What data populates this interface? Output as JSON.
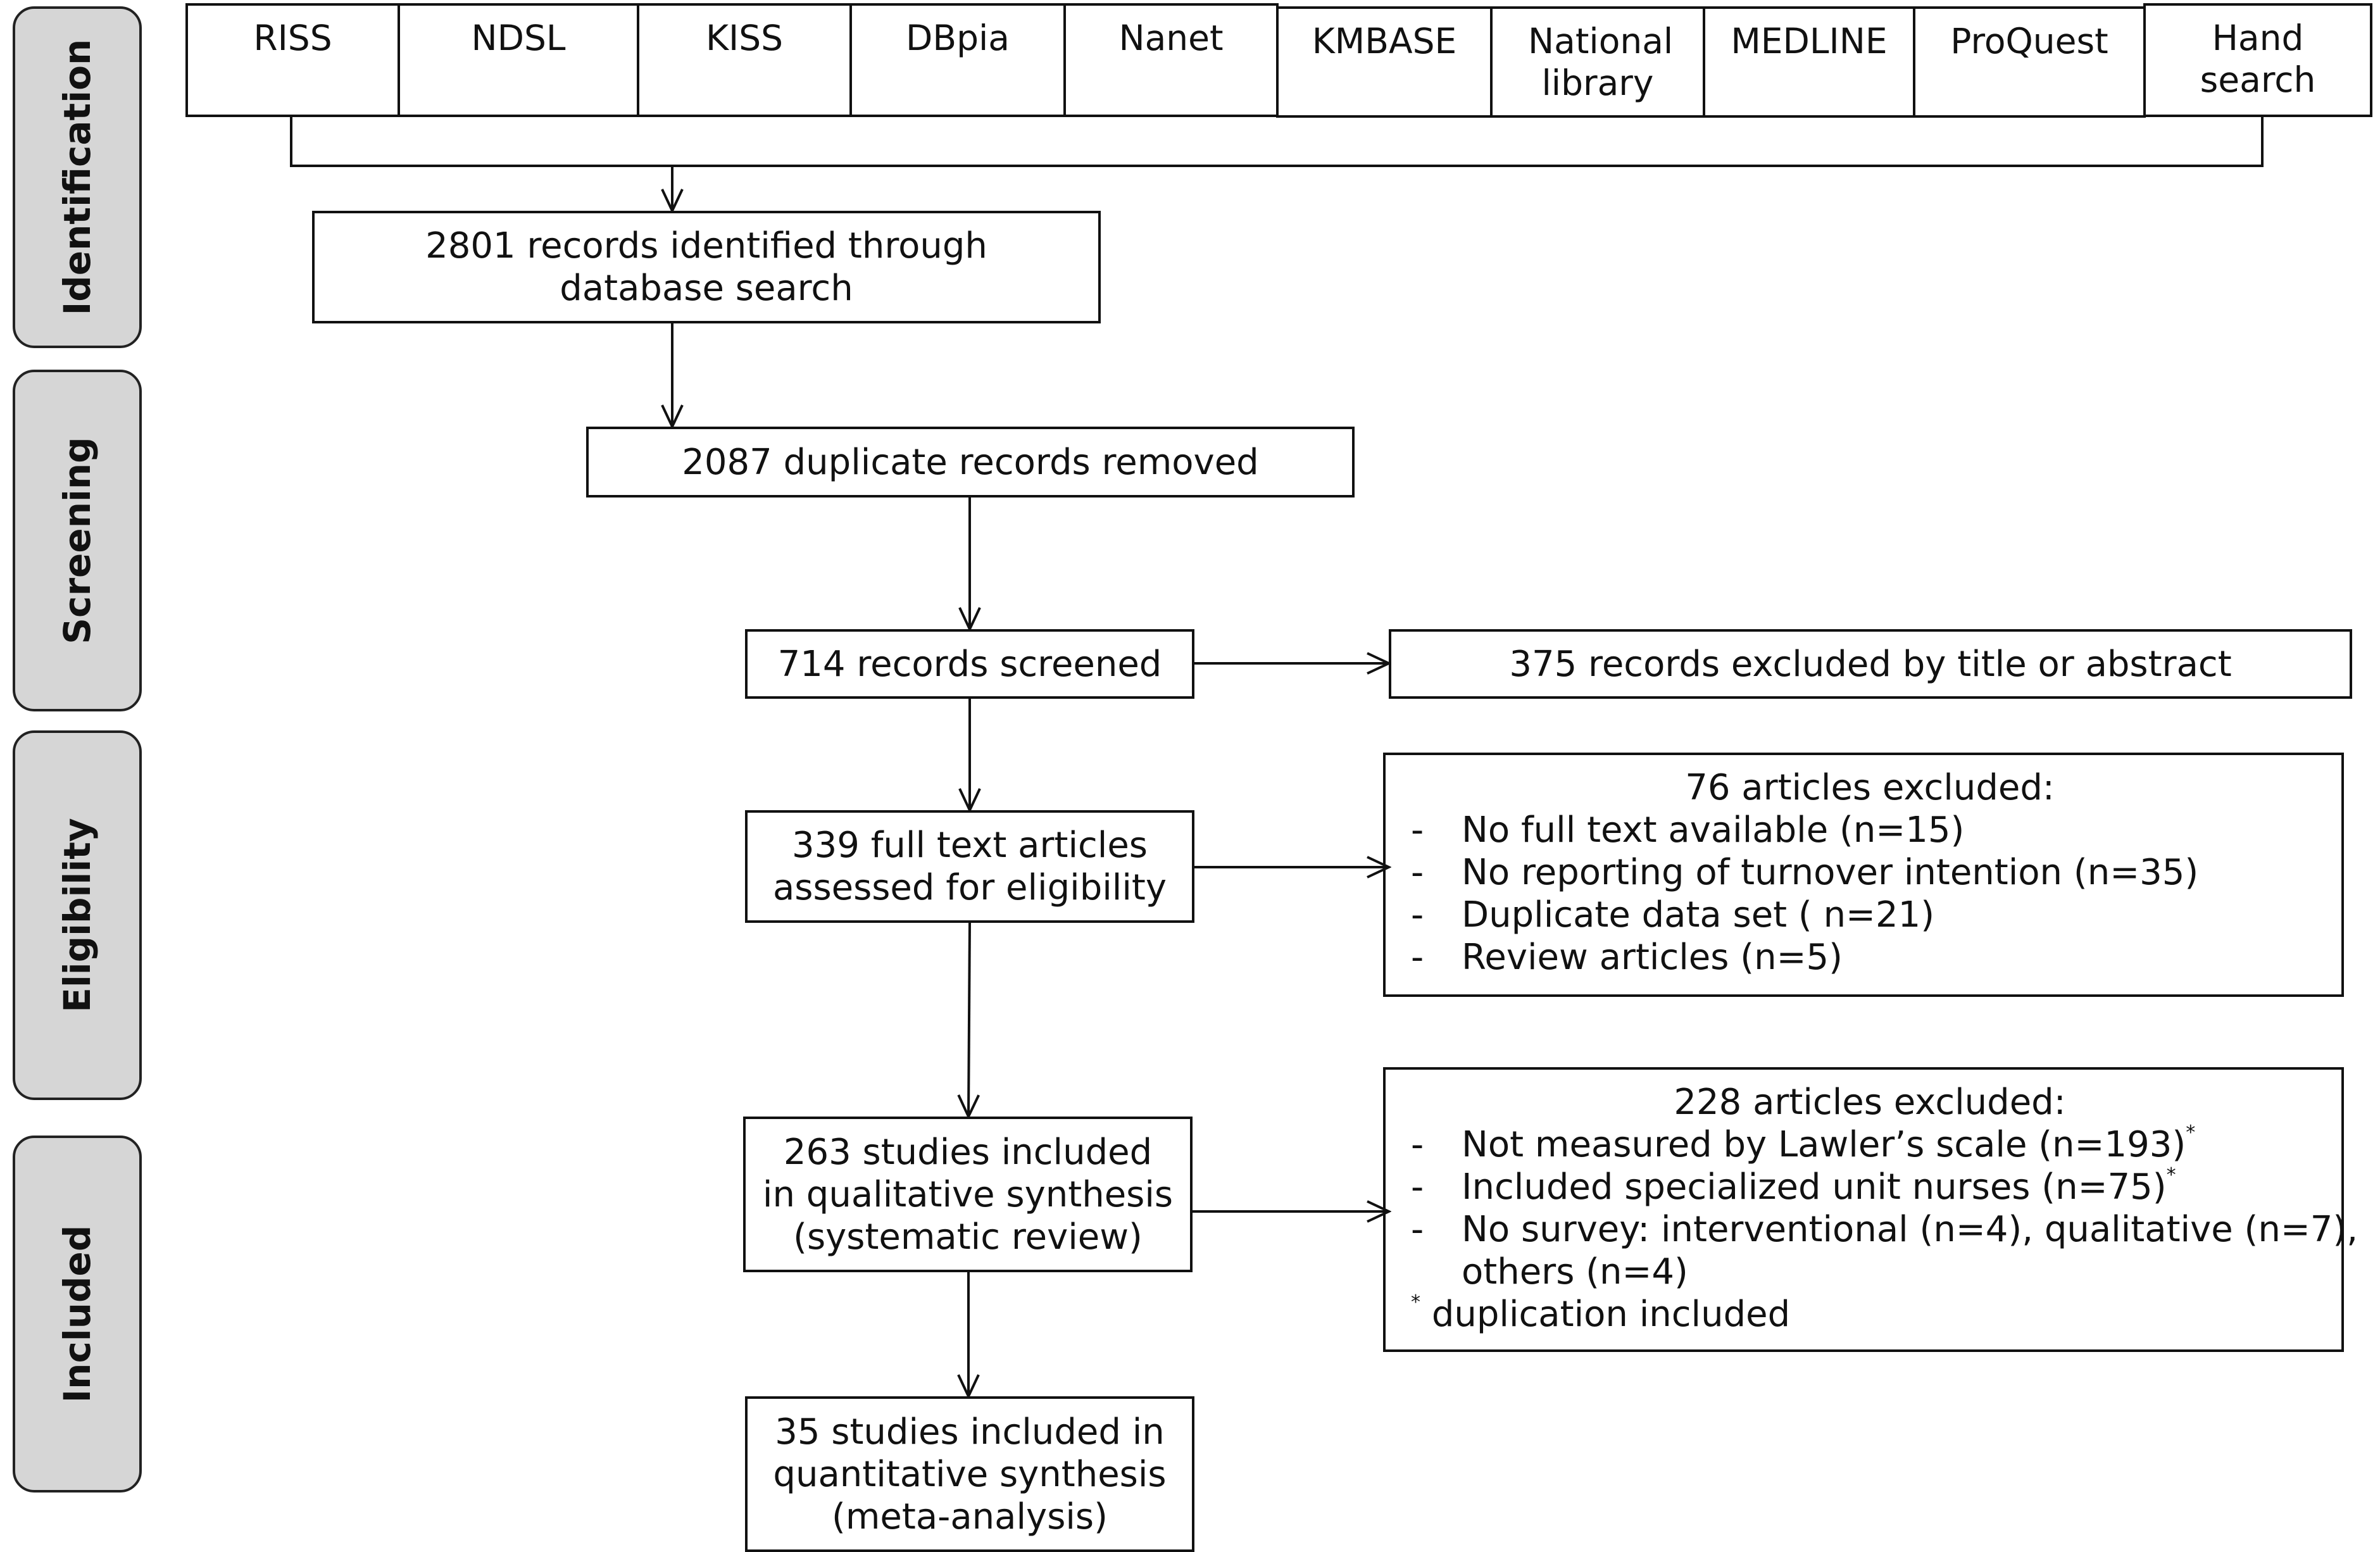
{
  "phases": [
    "Identification",
    "Screening",
    "Eligibility",
    "Included"
  ],
  "databases": [
    "RISS",
    "NDSL",
    "KISS",
    "DBpia",
    "Nanet",
    "KMBASE",
    "National library",
    "MEDLINE",
    "ProQuest",
    "Hand search"
  ],
  "flow": {
    "identified": [
      "2801 records identified through",
      "database search"
    ],
    "duplicates": "2087 duplicate records removed",
    "screened": "714 records screened",
    "excluded_title": "375 records excluded by title or abstract",
    "fulltext": [
      "339 full text articles",
      "assessed for eligibility"
    ],
    "excluded_fulltext": {
      "title": "76 articles excluded:",
      "items": [
        "No full text available (n=15)",
        "No reporting of turnover intention (n=35)",
        "Duplicate data set ( n=21)",
        "Review articles (n=5)"
      ]
    },
    "qualitative": [
      "263 studies included",
      "in qualitative synthesis",
      "(systematic review)"
    ],
    "excluded_qualitative": {
      "title": "228 articles excluded:",
      "items": [
        "Not measured by Lawler’s scale (n=193)",
        "Included specialized unit nurses (n=75)",
        "No survey: interventional (n=4), qualitative (n=7),",
        "others (n=4)"
      ],
      "marker": "*",
      "note": "duplication included"
    },
    "quantitative": [
      "35 studies included in",
      "quantitative synthesis",
      "(meta-analysis)"
    ]
  }
}
